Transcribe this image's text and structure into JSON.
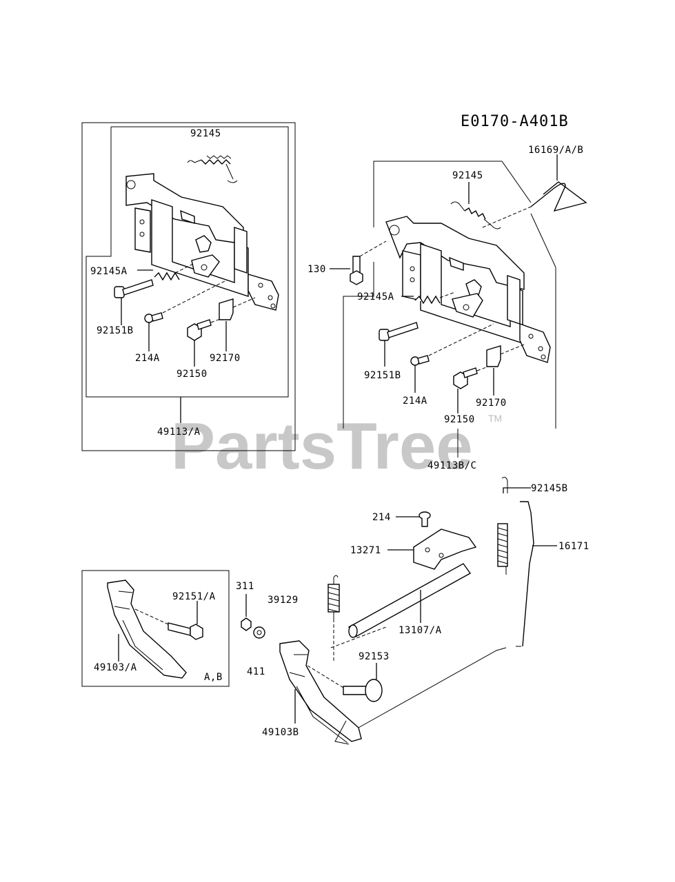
{
  "diagram_code": "E0170-A401B",
  "watermark": {
    "text": "PartsTree",
    "tm": "TM"
  },
  "labels": {
    "l_92145_left": "92145",
    "l_92145a_left": "92145A",
    "l_92151b_left": "92151B",
    "l_214a_left": "214A",
    "l_92150_left": "92150",
    "l_92170_left": "92170",
    "l_49113a": "49113/A",
    "l_16169": "16169/A/B",
    "l_92145_right": "92145",
    "l_130": "130",
    "l_92145a_right": "92145A",
    "l_92151b_right": "92151B",
    "l_214a_right": "214A",
    "l_92150_right": "92150",
    "l_92170_right": "92170",
    "l_49113bc": "49113B/C",
    "l_92145b": "92145B",
    "l_214": "214",
    "l_13271": "13271",
    "l_16171": "16171",
    "l_311": "311",
    "l_39129": "39129",
    "l_13107a": "13107/A",
    "l_92151a": "92151/A",
    "l_92153": "92153",
    "l_411": "411",
    "l_49103a": "49103/A",
    "l_ab": "A,B",
    "l_49103b": "49103B"
  }
}
